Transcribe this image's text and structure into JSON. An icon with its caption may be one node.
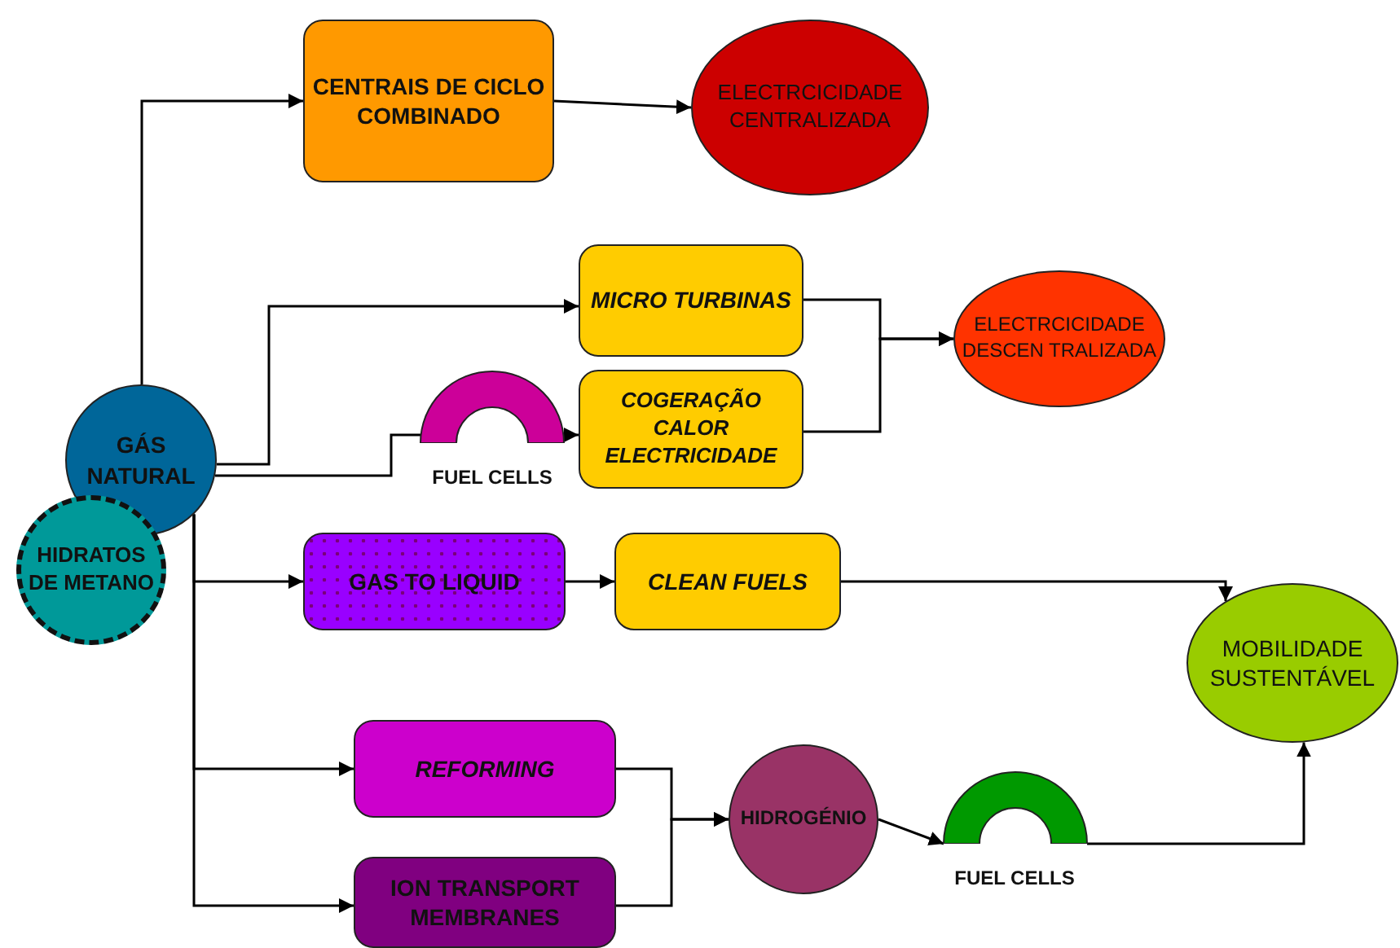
{
  "diagram": {
    "nodes": [
      {
        "text": [
          "GÁS NATURAL"
        ]
      },
      {
        "text": [
          "HIDRATOS DE METANO"
        ]
      },
      {
        "text": [
          "CENTRAIS DE CICLO COMBINADO"
        ]
      },
      {
        "text": [
          "ELECTRCICIDADE CENTRALIZADA"
        ]
      },
      {
        "text": [
          "MICRO TURBINAS"
        ]
      },
      {
        "text": [
          "COGERAÇÃO CALOR ELECTRICIDADE"
        ]
      },
      {
        "text": [
          "FUEL CELLS"
        ]
      },
      {
        "text": [
          "ELECTRCICIDADE DESCEN TRALIZADA"
        ]
      },
      {
        "text": [
          "GAS TO LIQUID"
        ]
      },
      {
        "text": [
          "CLEAN FUELS"
        ]
      },
      {
        "text": [
          "MOBILIDADE SUSTENTÁVEL"
        ]
      },
      {
        "text": [
          "REFORMING"
        ]
      },
      {
        "text": [
          "ION TRANSPORT MEMBRANES"
        ]
      },
      {
        "text": [
          "HIDROGÉNIO"
        ]
      },
      {
        "text": [
          "FUEL CELLS"
        ]
      }
    ],
    "edges": [
      {
        "from": 0,
        "to": 2,
        "arrow": "to"
      },
      {
        "from": 2,
        "to": 3,
        "arrow": "to"
      },
      {
        "from": 0,
        "to": 4,
        "arrow": "to"
      },
      {
        "from": 0,
        "to": 6,
        "arrow": "none"
      },
      {
        "from": 6,
        "to": 5,
        "arrow": "to"
      },
      {
        "from": 4,
        "to": 7,
        "arrow": "to"
      },
      {
        "from": 5,
        "to": 7,
        "arrow": "to"
      },
      {
        "from": 0,
        "to": 8,
        "arrow": "to"
      },
      {
        "from": 0,
        "to": 11,
        "arrow": "to"
      },
      {
        "from": 0,
        "to": 12,
        "arrow": "to"
      },
      {
        "from": 8,
        "to": 9,
        "arrow": "to"
      },
      {
        "from": 9,
        "to": 10,
        "arrow": "to"
      },
      {
        "from": 11,
        "to": 13,
        "arrow": "to"
      },
      {
        "from": 12,
        "to": 13,
        "arrow": "to"
      },
      {
        "from": 13,
        "to": 14,
        "arrow": "to"
      },
      {
        "from": 14,
        "to": 10,
        "arrow": "to"
      }
    ]
  }
}
